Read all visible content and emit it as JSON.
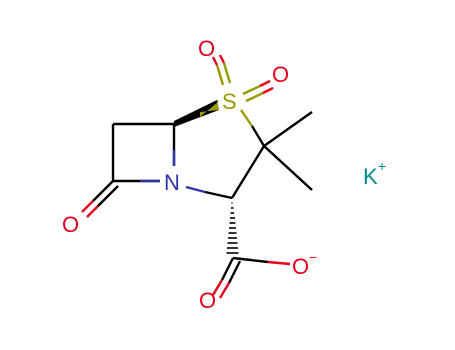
{
  "molecule": {
    "atoms": {
      "o_sulfonyl_upper": "O",
      "o_sulfonyl_right": "O",
      "sulfur": "S",
      "nitrogen": "N",
      "o_lactam": "O",
      "o_carboxylate": "O",
      "o_carbonyl": "O",
      "potassium": "K"
    },
    "charges": {
      "carboxylate": "−",
      "potassium": "+"
    },
    "colors": {
      "oxygen": "#e8001c",
      "sulfur": "#999900",
      "nitrogen": "#3333aa",
      "potassium": "#008b8b",
      "carbon_bond": "#000000"
    }
  }
}
